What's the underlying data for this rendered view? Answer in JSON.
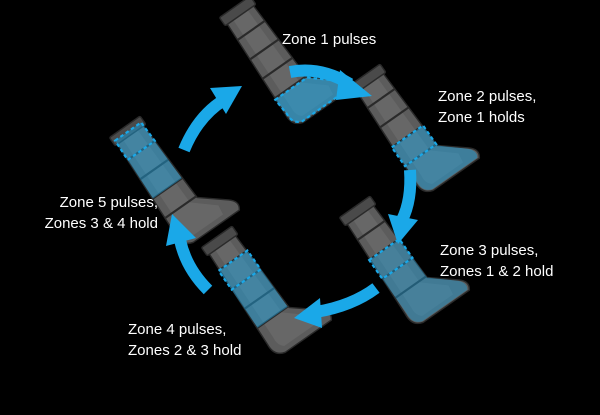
{
  "background_color": "#000000",
  "accent_color": "#1aa8e8",
  "boot_color": "#5c5c5c",
  "boot_edge_color": "#2a2a2a",
  "steps": [
    {
      "id": "step-1",
      "lines": [
        "Zone 1 pulses"
      ]
    },
    {
      "id": "step-2",
      "lines": [
        "Zone 2 pulses,",
        "Zone 1 holds"
      ]
    },
    {
      "id": "step-3",
      "lines": [
        "Zone 3 pulses,",
        "Zones 1 & 2 hold"
      ]
    },
    {
      "id": "step-4",
      "lines": [
        "Zone 4 pulses,",
        "Zones 2 & 3 hold"
      ]
    },
    {
      "id": "step-5",
      "lines": [
        "Zone 5 pulses,",
        "Zones 3 & 4 hold"
      ]
    }
  ]
}
